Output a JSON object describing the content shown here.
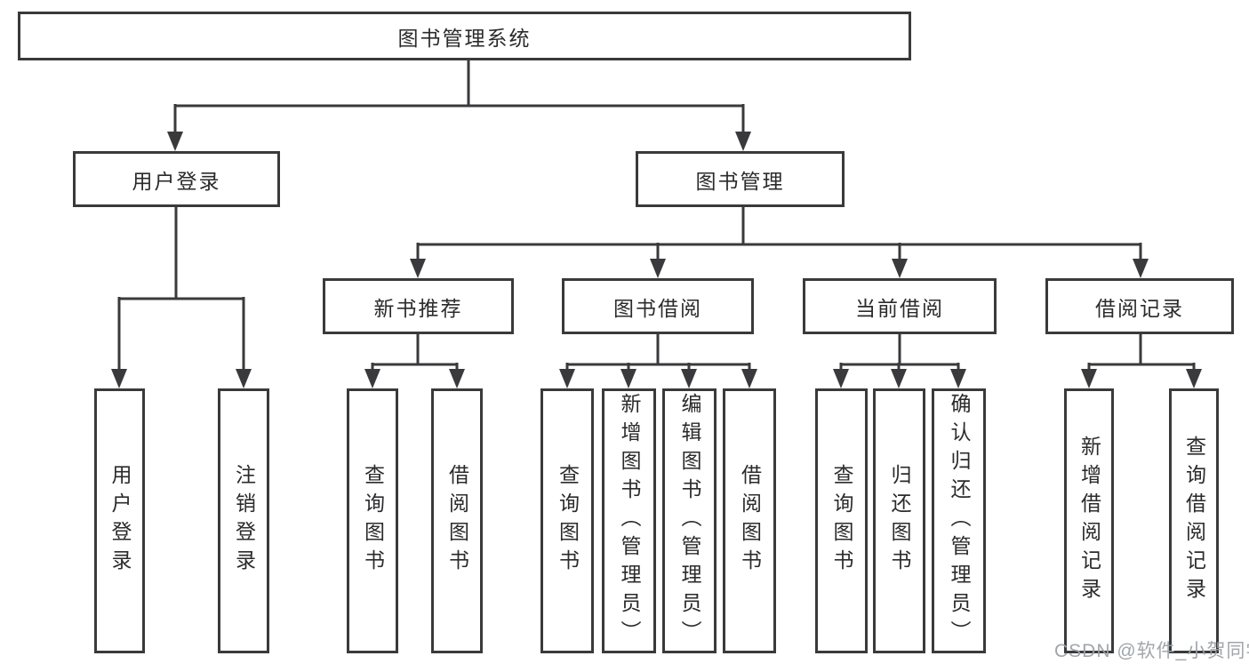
{
  "diagram": {
    "title": "图书管理系统",
    "nodes": {
      "root": "图书管理系统",
      "user_login": "用户登录",
      "book_mgmt": "图书管理",
      "new_books": "新书推荐",
      "book_borrow": "图书借阅",
      "current_borrow": "当前借阅",
      "borrow_records": "借阅记录",
      "leaves_login": [
        "用户登录",
        "注销登录"
      ],
      "leaves_new_books": [
        "查询图书",
        "借阅图书"
      ],
      "leaves_book_borrow": [
        "查询图书",
        "新增图书（管理员）",
        "编辑图书（管理员）",
        "借阅图书"
      ],
      "leaves_current": [
        "查询图书",
        "归还图书",
        "确认归还（管理员）"
      ],
      "leaves_records": [
        "新增借阅记录",
        "查询借阅记录"
      ]
    }
  },
  "watermark": "CSDN @软件_小贺同学",
  "colors": {
    "line": "#3a3a3c",
    "text": "#2b2b2d",
    "background": "#ffffff",
    "watermark": "#9ba1a7"
  }
}
